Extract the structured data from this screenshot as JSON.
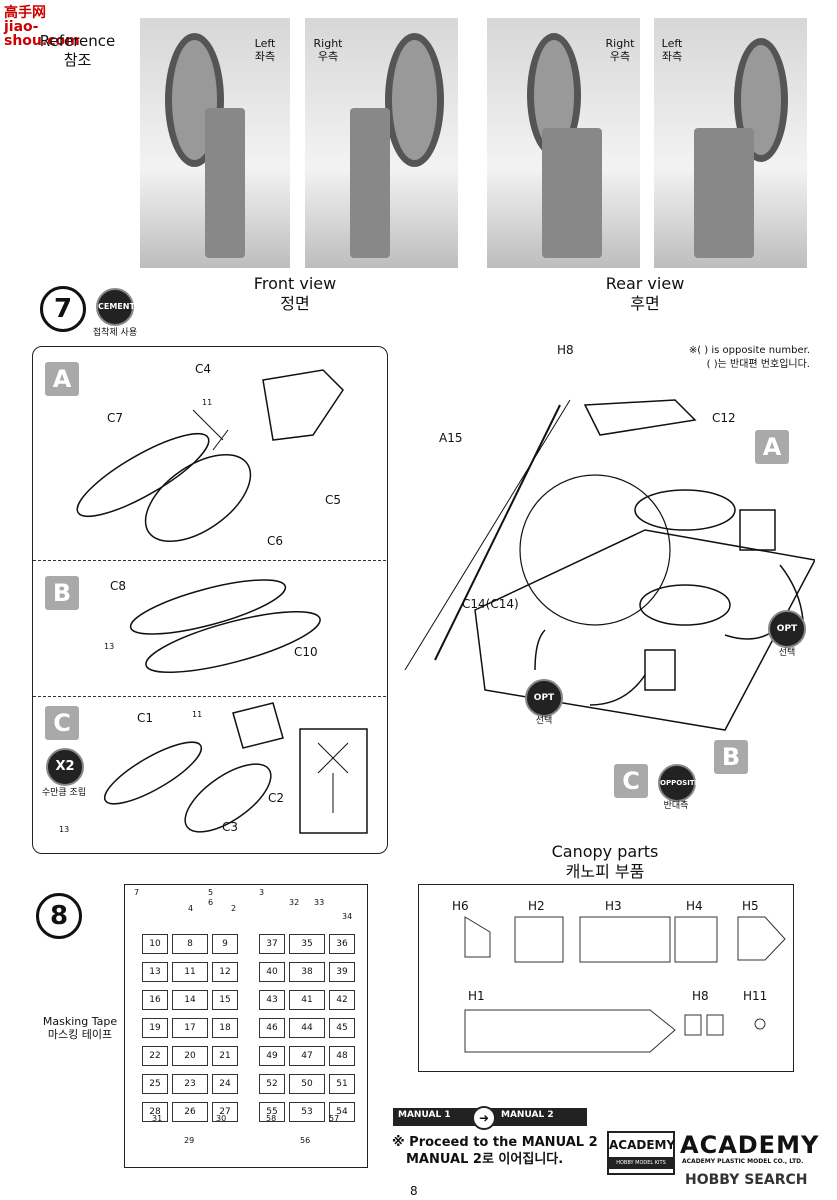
{
  "logo_top": "高手网 jiao-shou.com",
  "reference": {
    "en": "Reference",
    "ko": "참조"
  },
  "photos": {
    "left_en": "Left",
    "left_ko": "좌측",
    "right_en": "Right",
    "right_ko": "우측",
    "front_en": "Front view",
    "front_ko": "정면",
    "rear_en": "Rear view",
    "rear_ko": "후면"
  },
  "step7": {
    "number": "7",
    "cement_badge": "CEMENT",
    "cement_caption": "접착제 사용",
    "note_en": "※(  ) is opposite number.",
    "note_ko": "(  )는 반대편 번호입니다.",
    "boxes": {
      "A": {
        "letter": "A",
        "parts": [
          "C4",
          "C7",
          "C5",
          "C6"
        ],
        "marker": "11"
      },
      "B": {
        "letter": "B",
        "parts": [
          "C8",
          "C10"
        ],
        "marker": "13"
      },
      "C": {
        "letter": "C",
        "parts": [
          "C1",
          "C2",
          "C3"
        ],
        "marker": "11",
        "marker2": "13",
        "x2": "X2",
        "x2_caption": "수만큼 조립"
      }
    },
    "assembly": {
      "h8": "H8",
      "c12": "C12",
      "a15": "A15",
      "c14": "C14(C14)",
      "a": "A",
      "b": "B",
      "c": "C"
    },
    "opt": "OPT",
    "opt_caption": "선택",
    "opposite": "OPPOSITE",
    "opposite_caption": "반대측"
  },
  "step8": {
    "number": "8",
    "masking_en": "Masking Tape",
    "masking_ko": "마스킹 테이프",
    "canopy_en": "Canopy parts",
    "canopy_ko": "캐노피 부품",
    "canopy_labels": [
      "H6",
      "H2",
      "H3",
      "H4",
      "H5",
      "H1",
      "H8",
      "H11"
    ],
    "tape_rows": [
      [
        "10",
        "8",
        "9",
        "37",
        "35",
        "36"
      ],
      [
        "13",
        "11",
        "12",
        "40",
        "38",
        "39"
      ],
      [
        "16",
        "14",
        "15",
        "43",
        "41",
        "42"
      ],
      [
        "19",
        "17",
        "18",
        "46",
        "44",
        "45"
      ],
      [
        "22",
        "20",
        "21",
        "49",
        "47",
        "48"
      ],
      [
        "25",
        "23",
        "24",
        "52",
        "50",
        "51"
      ],
      [
        "28",
        "26",
        "27",
        "55",
        "53",
        "54"
      ]
    ],
    "tape_top": [
      "7",
      "4",
      "6",
      "5",
      "2",
      "3",
      "32",
      "33",
      "34"
    ],
    "tape_bottom": [
      "31",
      "29",
      "30",
      "58",
      "56",
      "57"
    ]
  },
  "footer": {
    "manual1": "MANUAL 1",
    "manual2": "MANUAL 2",
    "proceed_en": "※ Proceed to the MANUAL 2",
    "proceed_ko": "MANUAL 2로 이어집니다.",
    "academy_box": "ACADEMY",
    "academy_sub": "HOBBY MODEL KITS",
    "academy_logo": "ACADEMY",
    "academy_company": "ACADEMY PLASTIC MODEL CO., LTD.",
    "hobby_search": "HOBBY SEARCH",
    "page": "8"
  }
}
